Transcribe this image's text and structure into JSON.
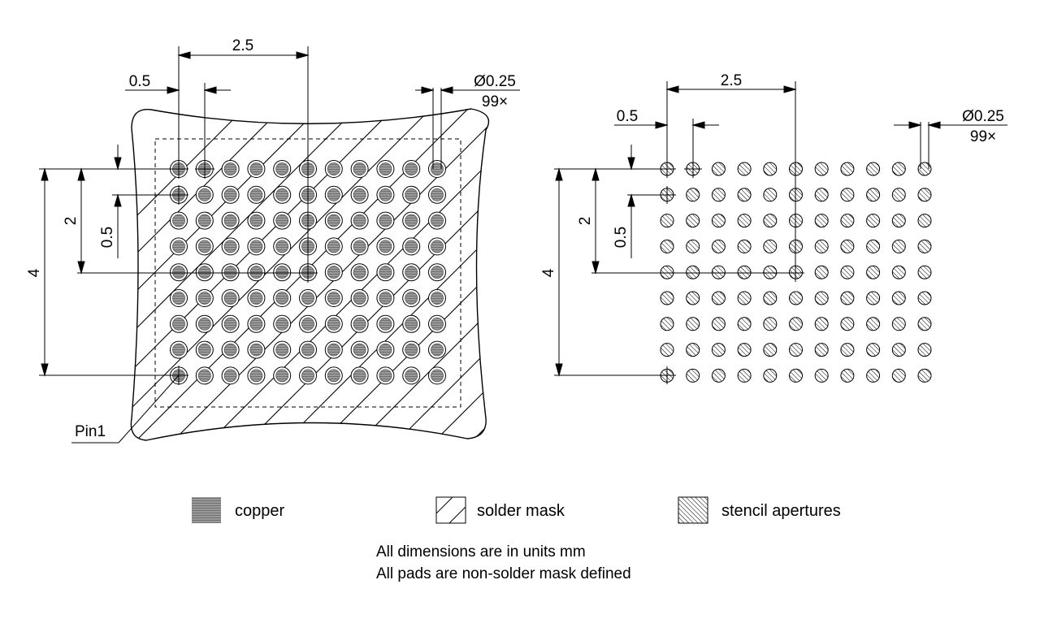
{
  "left_view": {
    "pitch_x_label": "2.5",
    "pad_pitch_label": "0.5",
    "diameter_label": "Ø0.25",
    "count_label": "99×",
    "height_label": "2",
    "row_pitch_label": "0.5",
    "total_height_label": "4",
    "pin1_label": "Pin1"
  },
  "right_view": {
    "pitch_x_label": "2.5",
    "pad_pitch_label": "0.5",
    "diameter_label": "Ø0.25",
    "count_label": "99×",
    "height_label": "2",
    "row_pitch_label": "0.5",
    "total_height_label": "4"
  },
  "legend": {
    "copper": "copper",
    "solder_mask": "solder mask",
    "stencil": "stencil apertures"
  },
  "notes": {
    "line1": "All dimensions are in units mm",
    "line2": "All pads are non-solder mask defined"
  },
  "grid": {
    "columns": 11,
    "rows": 9
  },
  "colors": {
    "copper": "#888888",
    "line": "#000000"
  }
}
